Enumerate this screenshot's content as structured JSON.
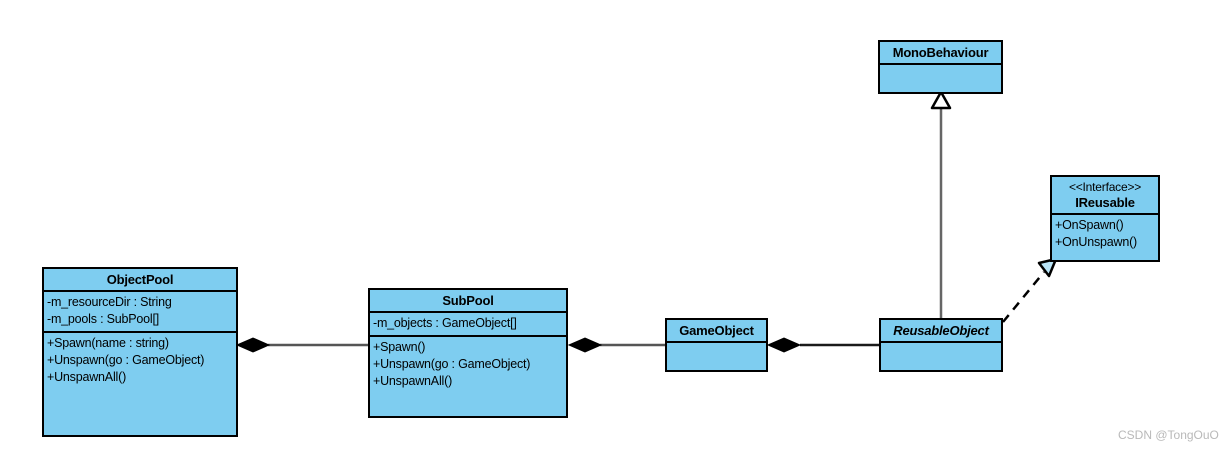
{
  "diagram": {
    "type": "uml-class-diagram",
    "background": "#ffffff",
    "fill_color": "#7ecdf0",
    "stroke_color": "#000000",
    "line_color": "#555555",
    "watermark": "CSDN @TongOuO"
  },
  "classes": {
    "monobehaviour": {
      "name": "MonoBehaviour",
      "stereotype": "",
      "abstract": false,
      "attributes": [],
      "methods": []
    },
    "ireusable": {
      "name": "IReusable",
      "stereotype": "<<Interface>>",
      "abstract": false,
      "attributes": [],
      "methods": [
        "+OnSpawn()",
        "+OnUnspawn()"
      ]
    },
    "objectpool": {
      "name": "ObjectPool",
      "stereotype": "",
      "abstract": false,
      "attributes": [
        "-m_resourceDir : String",
        "-m_pools : SubPool[]"
      ],
      "methods": [
        "+Spawn(name : string)",
        "+Unspawn(go : GameObject)",
        "+UnspawnAll()"
      ]
    },
    "subpool": {
      "name": "SubPool",
      "stereotype": "",
      "abstract": false,
      "attributes": [
        "-m_objects : GameObject[]"
      ],
      "methods": [
        "+Spawn()",
        "+Unspawn(go : GameObject)",
        "+UnspawnAll()"
      ]
    },
    "gameobject": {
      "name": "GameObject",
      "stereotype": "",
      "abstract": false,
      "attributes": [],
      "methods": []
    },
    "reusableobject": {
      "name": "ReusableObject",
      "stereotype": "",
      "abstract": true,
      "attributes": [],
      "methods": []
    }
  },
  "relationships": [
    {
      "id": "rel-objectpool-subpool",
      "kind": "composition",
      "source": "ObjectPool",
      "target": "SubPool",
      "label": ""
    },
    {
      "id": "rel-subpool-gameobject",
      "kind": "composition",
      "source": "SubPool",
      "target": "GameObject",
      "label": ""
    },
    {
      "id": "rel-gameobject-reusableobject",
      "kind": "composition",
      "source": "GameObject",
      "target": "ReusableObject",
      "label": ""
    },
    {
      "id": "rel-reusableobject-monobehaviour",
      "kind": "generalization",
      "source": "ReusableObject",
      "target": "MonoBehaviour",
      "label": ""
    },
    {
      "id": "rel-reusableobject-ireusable",
      "kind": "realization",
      "source": "ReusableObject",
      "target": "IReusable",
      "label": ""
    }
  ]
}
